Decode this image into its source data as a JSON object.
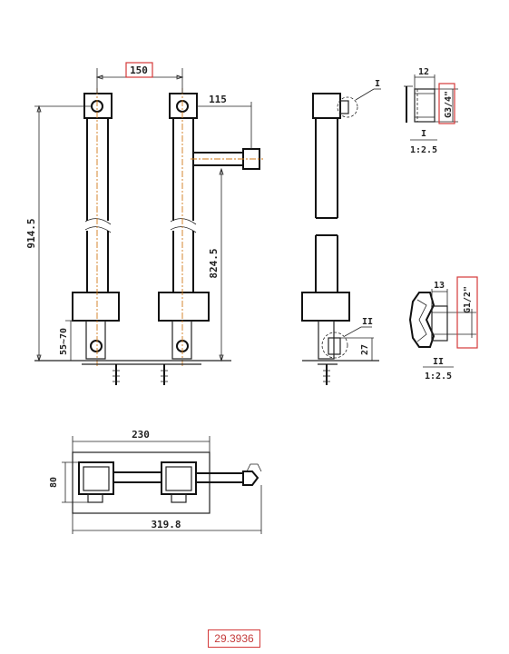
{
  "front_view": {
    "dim_spacing": "150",
    "dim_outlet_offset": "115",
    "dim_total_height": "914.5",
    "dim_outlet_height": "824.5",
    "dim_body_range": "55~70"
  },
  "side_view": {
    "detail_mark_1": "I",
    "detail_mark_2": "II",
    "dim_depth": "27"
  },
  "detail_1": {
    "label": "I",
    "scale": "1:2.5",
    "dim_width": "12",
    "thread": "G3/4\""
  },
  "detail_2": {
    "label": "II",
    "scale": "1:2.5",
    "dim_width": "13",
    "thread": "G1/2\""
  },
  "plan_view": {
    "dim_spacing": "230",
    "dim_depth": "80",
    "dim_total_length": "319.8"
  },
  "reference_label": "29.3936",
  "colors": {
    "line": "#222222",
    "centerline": "#d07a1a",
    "highlight": "#d43a3a"
  }
}
